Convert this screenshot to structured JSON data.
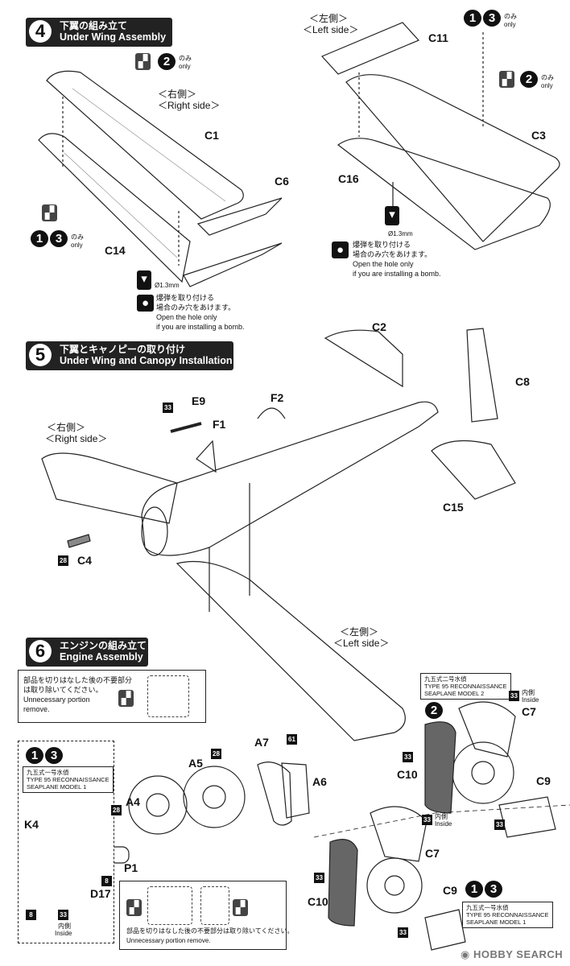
{
  "steps": {
    "s4": {
      "num": "4",
      "jp": "下翼の組み立て",
      "en": "Under Wing Assembly"
    },
    "s5": {
      "num": "5",
      "jp": "下翼とキャノピーの取り付け",
      "en": "Under Wing and Canopy Installation"
    },
    "s6": {
      "num": "6",
      "jp": "エンジンの組み立て",
      "en": "Engine Assembly"
    }
  },
  "sides": {
    "right_jp": "＜右側＞",
    "right_en": "＜Right side＞",
    "left_jp": "＜左側＞",
    "left_en": "＜Left side＞"
  },
  "parts": {
    "C1": "C1",
    "C6": "C6",
    "C14": "C14",
    "C11": "C11",
    "C3": "C3",
    "C16": "C16",
    "C2": "C2",
    "C8": "C8",
    "C15": "C15",
    "E9": "E9",
    "F1": "F1",
    "F2": "F2",
    "C4": "C4",
    "A7": "A7",
    "A5": "A5",
    "A6": "A6",
    "A4": "A4",
    "K4": "K4",
    "P1": "P1",
    "D17": "D17",
    "C7": "C7",
    "C10": "C10",
    "C9": "C9"
  },
  "options": {
    "only_jp": "のみ",
    "only_en": "only",
    "n1": "1",
    "n2": "2",
    "n3": "3"
  },
  "bomb_note": {
    "jp1": "爆弾を取り付ける",
    "jp2": "場合のみ穴をあけます。",
    "en1": "Open the hole only",
    "en2": "if you are installing a bomb.",
    "drill": "Ø1.3mm"
  },
  "paint": {
    "c33": "33",
    "c28": "28",
    "c61": "61",
    "c8": "8"
  },
  "inside": {
    "jp": "内側",
    "en": "Inside"
  },
  "cut_note": {
    "jp1": "部品を切りはなした後の不要部分",
    "jp2": "は取り除いてください。",
    "en1": "Unnecessary portion",
    "en2": "remove.",
    "jp_single": "部品を切りはなした後の不要部分は取り除いてください。",
    "en_single": "Unnecessary portion remove."
  },
  "models": {
    "m1_jp": "九五式一号水偵",
    "m1_en1": "TYPE 95 RECONNAISSANCE",
    "m1_en2": "SEAPLANE MODEL 1",
    "m2_jp": "九五式二号水偵",
    "m2_en1": "TYPE 95 RECONNAISSANCE",
    "m2_en2": "SEAPLANE MODEL 2"
  },
  "watermark": "HOBBY SEARCH"
}
